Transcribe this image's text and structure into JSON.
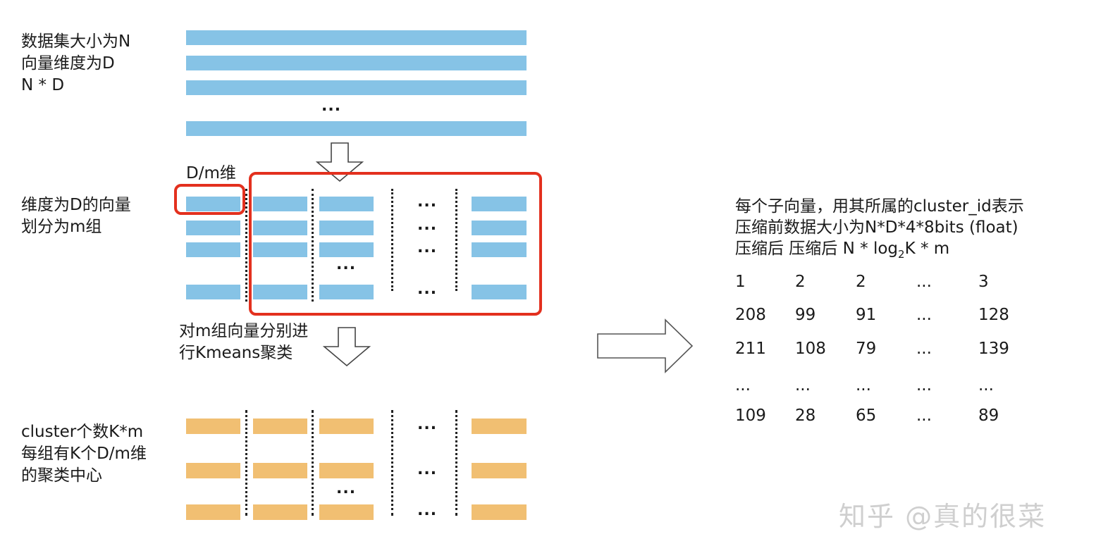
{
  "dataset": {
    "line1": "数据集大小为N",
    "line2": "向量维度为D",
    "line3": "N * D",
    "ellipsis": "..."
  },
  "split": {
    "sub_label": "D/m维",
    "line1": "维度为D的向量",
    "line2": "划分为m组",
    "ellipsis": "..."
  },
  "kmeans": {
    "line1": "对m组向量分别进",
    "line2": "行Kmeans聚类"
  },
  "clusters": {
    "line1": "cluster个数K*m",
    "line2": "每组有K个D/m维",
    "line3": "的聚类中心",
    "ellipsis": "..."
  },
  "encoding": {
    "line1": "每个子向量，用其所属的cluster_id表示",
    "line2": "压缩前数据大小为N*D*4*8bits (float)",
    "line3_prefix": "压缩后 压缩后 N * log",
    "line3_sub": "2",
    "line3_suffix": "K * m"
  },
  "id_table": [
    [
      "1",
      "2",
      "2",
      "...",
      "3"
    ],
    [
      "208",
      "99",
      "91",
      "...",
      "128"
    ],
    [
      "211",
      "108",
      "79",
      "...",
      "139"
    ],
    [
      "...",
      "...",
      "...",
      "...",
      "..."
    ],
    [
      "109",
      "28",
      "65",
      "...",
      "89"
    ]
  ],
  "watermark": "知乎 @真的很菜",
  "colors": {
    "vector_bar": "#86c3e6",
    "centroid_bar": "#f1bf72",
    "highlight": "#e3301e"
  }
}
